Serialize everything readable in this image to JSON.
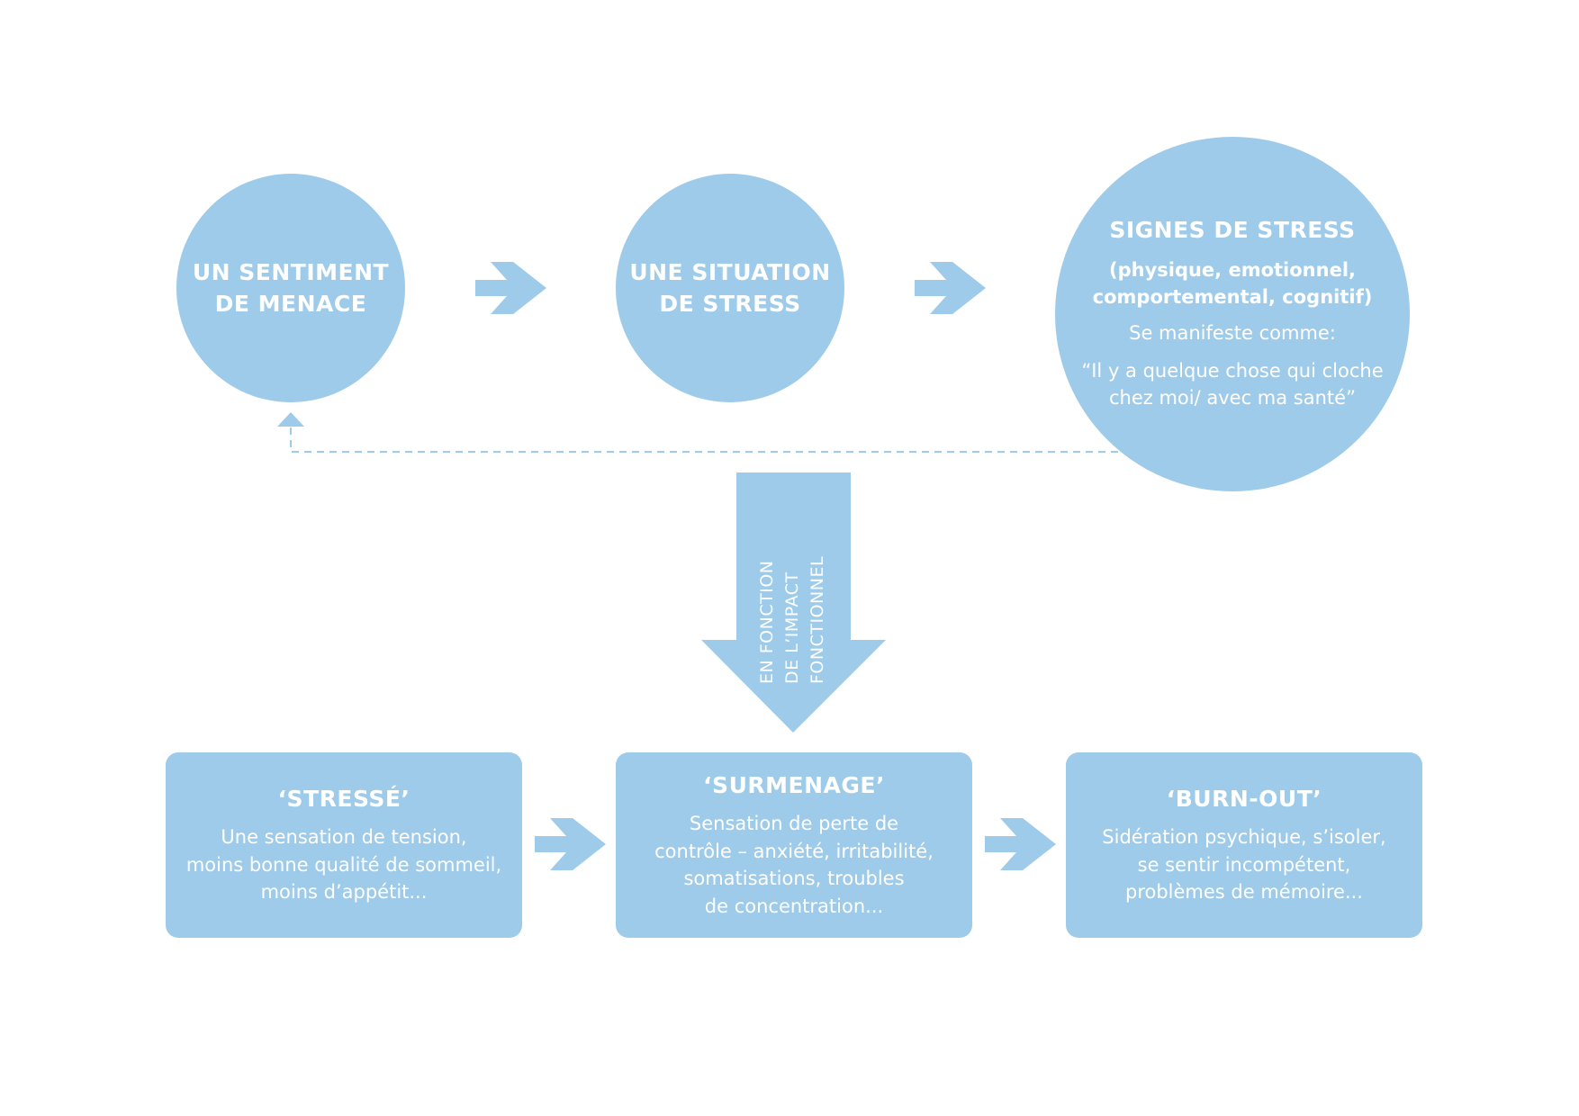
{
  "colors": {
    "shape_fill": "#9ecbea",
    "text": "#ffffff",
    "background": "#ffffff"
  },
  "top_row": {
    "circle_1": {
      "title": "UN SENTIMENT\nDE MENACE"
    },
    "circle_2": {
      "title": "UNE SITUATION\nDE STRESS"
    },
    "circle_3": {
      "title": "SIGNES DE STRESS",
      "subtitle": "(physique, emotionnel,\ncomportemental, cognitif)",
      "line": "Se manifeste comme:",
      "quote": "“Il y a quelque chose qui cloche\nchez moi/ avec ma santé”"
    }
  },
  "down_arrow": {
    "label": "EN FONCTION\nDE L’IMPACT\nFONCTIONNEL"
  },
  "bottom_row": [
    {
      "title": "‘STRESSÉ’",
      "text": "Une sensation de tension,\nmoins bonne qualité de sommeil,\nmoins d’appétit..."
    },
    {
      "title": "‘SURMENAGE’",
      "text": "Sensation de perte de\ncontrôle – anxiété, irritabilité,\nsomatisations, troubles\nde concentration..."
    },
    {
      "title": "‘BURN-OUT’",
      "text": "Sidération psychique, s’isoler,\nse sentir incompétent,\nproblèmes de mémoire..."
    }
  ]
}
